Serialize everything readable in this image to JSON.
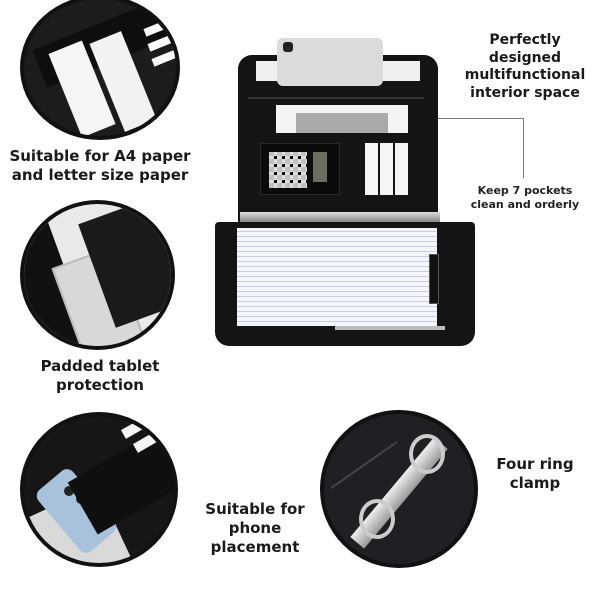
{
  "features": [
    {
      "id": "paper",
      "caption_line1": "Suitable for A4 paper",
      "caption_line2": "and letter size paper"
    },
    {
      "id": "tablet",
      "caption_line1": "Padded tablet",
      "caption_line2": "protection"
    },
    {
      "id": "phone",
      "caption_line1": "Suitable for",
      "caption_line2": "phone placement"
    },
    {
      "id": "rings",
      "caption_line1": "Four ring",
      "caption_line2": "clamp"
    }
  ],
  "interior": {
    "caption_line1": "Perfectly designed",
    "caption_line2": "multifunctional",
    "caption_line3": "interior space"
  },
  "pockets": {
    "caption_line1": "Keep 7 pockets",
    "caption_line2": "clean and orderly"
  },
  "colors": {
    "leather": "#141414",
    "text": "#1a1a1a",
    "paper": "#f4f6fb",
    "metal": "#c9c9c9"
  }
}
